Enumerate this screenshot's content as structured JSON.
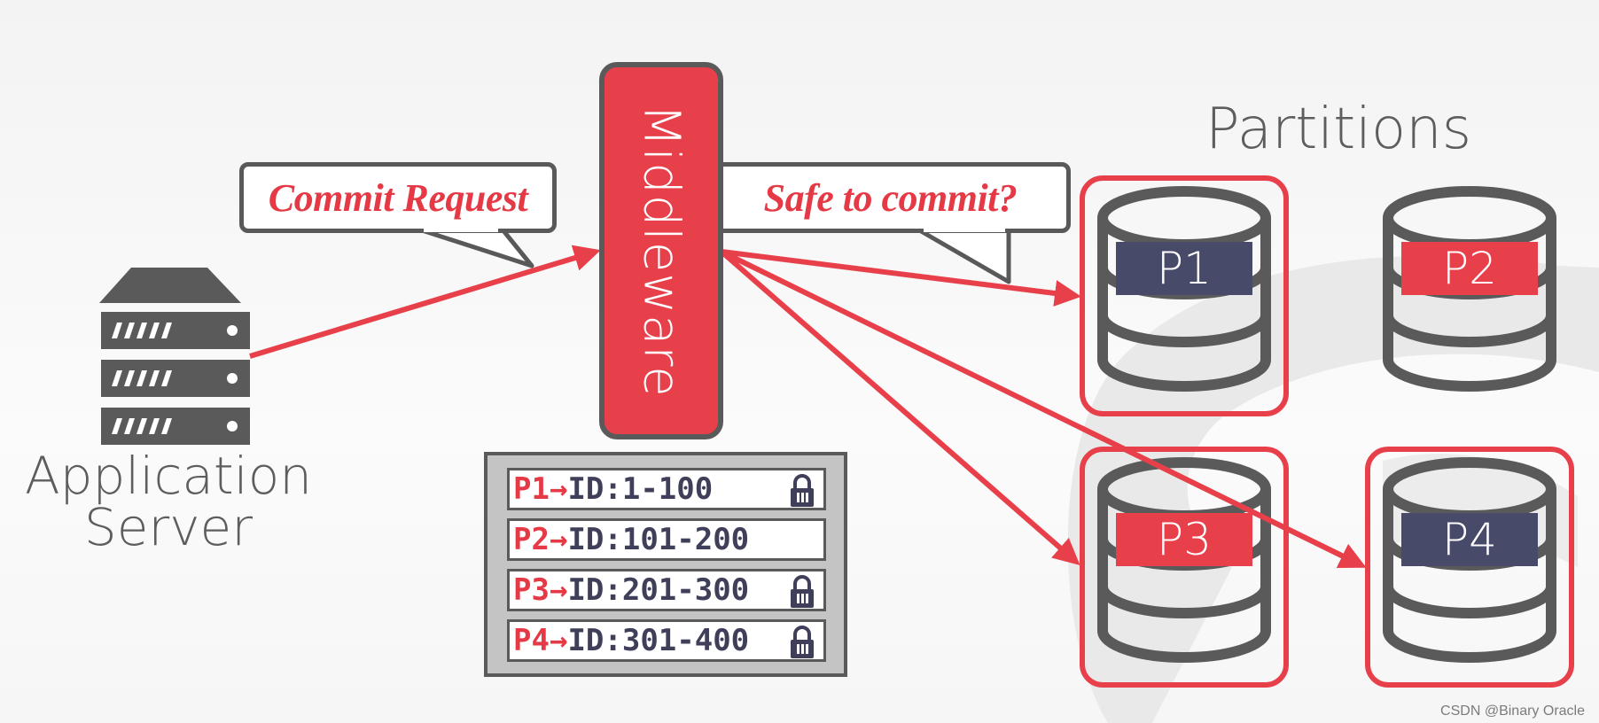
{
  "app_server": {
    "label_line1": "Application",
    "label_line2": "Server"
  },
  "bubbles": {
    "commit_request": "Commit Request",
    "safe_to_commit": "Safe to commit?"
  },
  "middleware": {
    "label": "Middleware"
  },
  "routing_table": [
    {
      "partition": "P1",
      "arrow": "→",
      "range": "ID:1-100",
      "locked": true
    },
    {
      "partition": "P2",
      "arrow": "→",
      "range": "ID:101-200",
      "locked": false
    },
    {
      "partition": "P3",
      "arrow": "→",
      "range": "ID:201-300",
      "locked": true
    },
    {
      "partition": "P4",
      "arrow": "→",
      "range": "ID:301-400",
      "locked": true
    }
  ],
  "partitions": {
    "title": "Partitions",
    "items": [
      {
        "label": "P1",
        "highlighted": true,
        "label_color": "#474a68"
      },
      {
        "label": "P2",
        "highlighted": false,
        "label_color": "#e8404a"
      },
      {
        "label": "P3",
        "highlighted": true,
        "label_color": "#e8404a"
      },
      {
        "label": "P4",
        "highlighted": true,
        "label_color": "#474a68"
      }
    ]
  },
  "colors": {
    "accent_red": "#e8404a",
    "dark_navy": "#474a68",
    "gray": "#5a5a5a"
  },
  "watermark": "CSDN @Binary Oracle"
}
